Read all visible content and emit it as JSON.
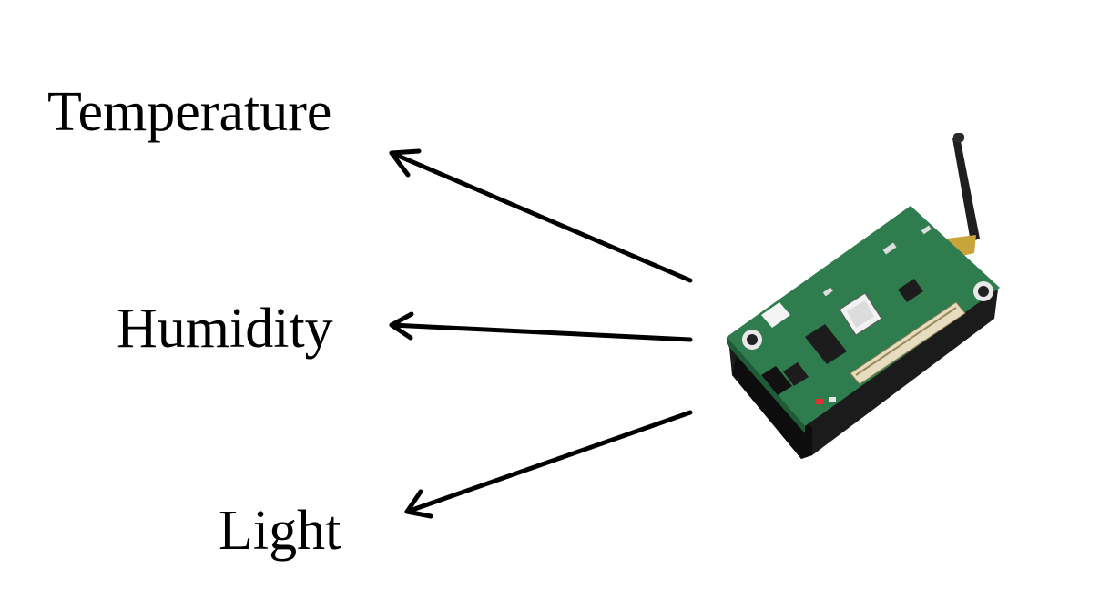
{
  "labels": {
    "temperature": "Temperature",
    "humidity": "Humidity",
    "light": "Light"
  },
  "colors": {
    "arrow": "#000000",
    "pcb": "#2e7d4f",
    "case": "#1a1a1a",
    "antenna": "#222222",
    "connector": "#c9a43a"
  },
  "icons": {
    "device": "sensor-mote-icon",
    "arrowhead": "arrowhead-icon"
  }
}
